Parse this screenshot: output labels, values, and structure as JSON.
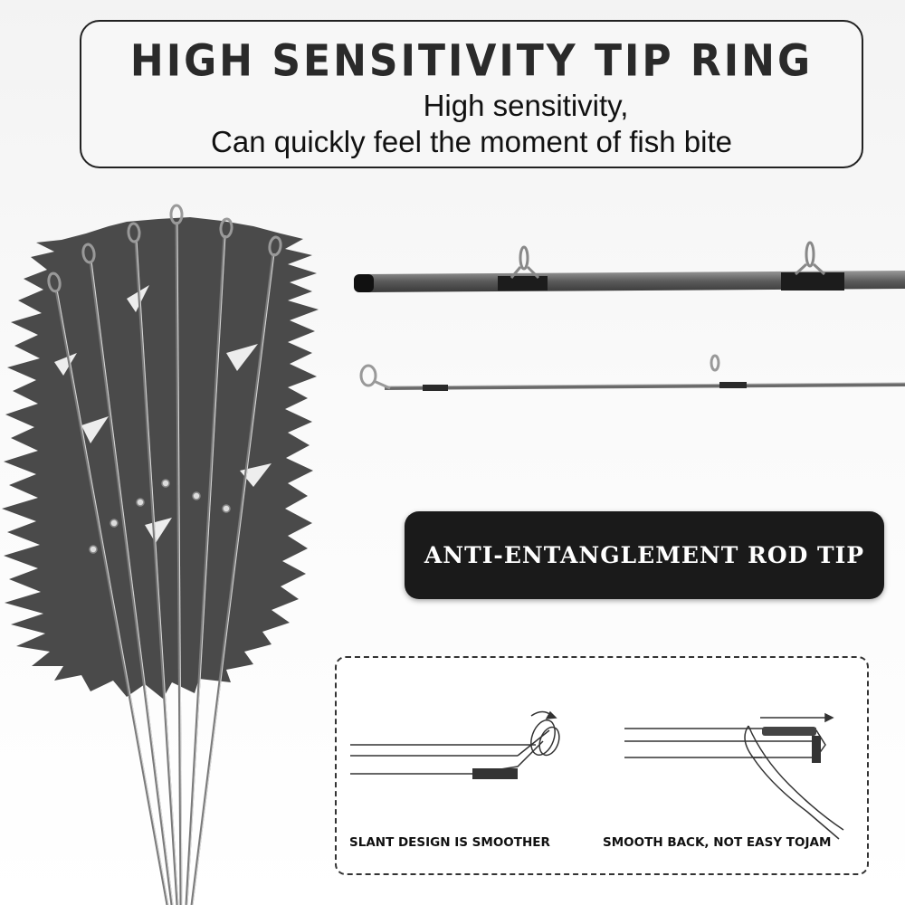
{
  "header": {
    "title": "HIGH SENSITIVITY TIP RING",
    "subtitle_line1": "High sensitivity,",
    "subtitle_line2": "Can quickly feel the moment of fish bite"
  },
  "banner": {
    "text": "ANTI-ENTANGLEMENT ROD TIP"
  },
  "diagram": {
    "left_caption": "SLANT DESIGN IS SMOOTHER",
    "right_caption": "SMOOTH BACK, NOT EASY TOJAM"
  },
  "colors": {
    "background": "#f5f5f5",
    "banner": "#1a1a1a",
    "splash": "#4a4a4a",
    "rod": "#555555"
  },
  "icons": {
    "left": "rod-tips-fan-illustration",
    "rods": "fishing-rod-sections",
    "diagram": "line-guide-diagrams"
  }
}
